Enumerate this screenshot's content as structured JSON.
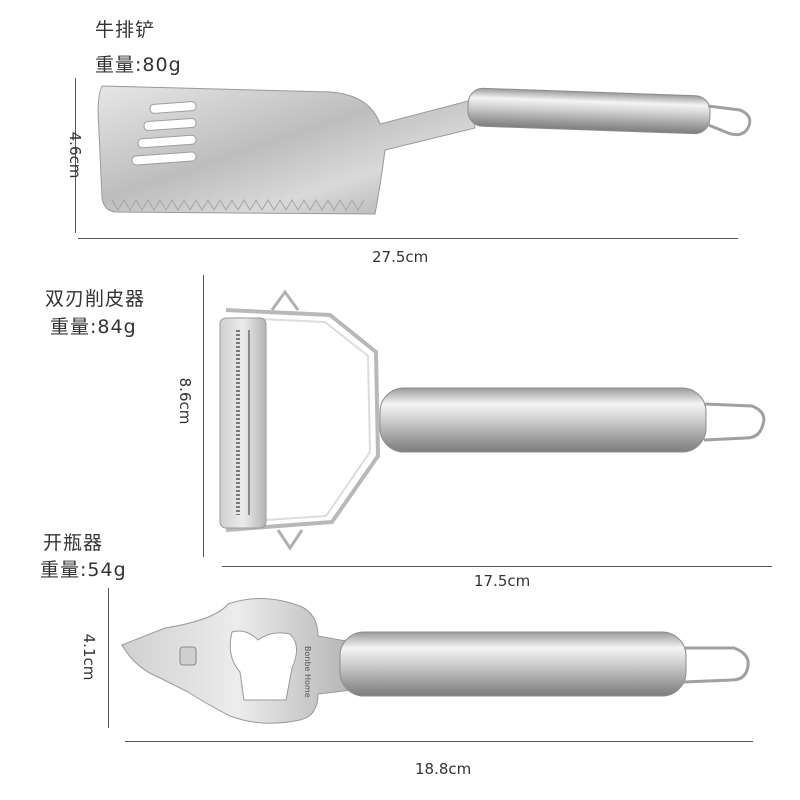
{
  "products": [
    {
      "name": "牛排铲",
      "weight": "重量:80g",
      "height_dim": "4.6cm",
      "length_dim": "27.5cm"
    },
    {
      "name": "双刃削皮器",
      "weight": "重量:84g",
      "height_dim": "8.6cm",
      "length_dim": "17.5cm"
    },
    {
      "name": "开瓶器",
      "weight": "重量:54g",
      "height_dim": "4.1cm",
      "length_dim": "18.8cm"
    }
  ],
  "engraving": "Bonbe Home",
  "colors": {
    "steel_light": "#f2f2f2",
    "steel_mid": "#c7c7c7",
    "steel_dark": "#8f8f8f",
    "line": "#555555",
    "text": "#333333"
  }
}
